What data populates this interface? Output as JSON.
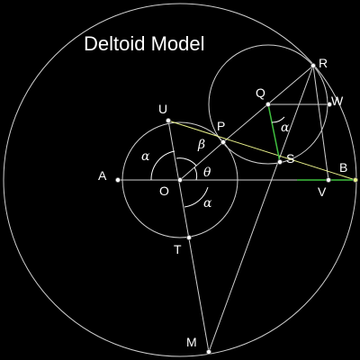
{
  "title": "Deltoid Model",
  "points": {
    "A": "A",
    "B": "B",
    "O": "O",
    "U": "U",
    "P": "P",
    "Q": "Q",
    "R": "R",
    "W": "W",
    "S": "S",
    "V": "V",
    "T": "T",
    "M": "M"
  },
  "angles": {
    "alpha_left": "α",
    "beta": "β",
    "theta": "θ",
    "alpha_bottom": "α",
    "alpha_small": "α"
  },
  "colors": {
    "background": "#000000",
    "lines": "#cfcfcf",
    "tangent": "#e8f08a",
    "highlight": "#3fbf3f"
  }
}
